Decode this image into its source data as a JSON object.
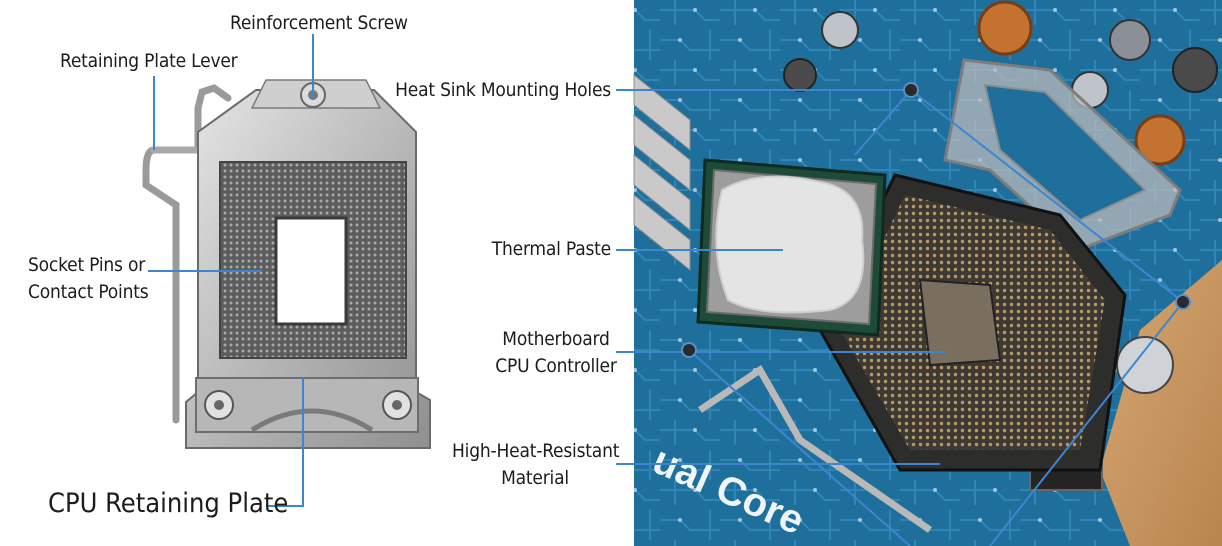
{
  "left_diagram": {
    "labels": {
      "reinforcement_screw": "Reinforcement Screw",
      "retaining_plate_lever": "Retaining Plate Lever",
      "socket_pins_line1": "Socket Pins or",
      "socket_pins_line2": "Contact Points",
      "cpu_retaining_plate": "CPU Retaining Plate"
    }
  },
  "right_photo": {
    "labels": {
      "heat_sink_mounting_holes": "Heat Sink Mounting Holes",
      "thermal_paste": "Thermal Paste",
      "motherboard_cpu_controller_line1": "Motherboard",
      "motherboard_cpu_controller_line2": "CPU Controller",
      "high_heat_resistant_line1": "High-Heat-Resistant",
      "high_heat_resistant_line2": "Material"
    },
    "board_print": "ual Core"
  },
  "colors": {
    "leader_line": "#3d86cf",
    "board_blue": "#1f6f9a",
    "label_text": "#1c1c1c"
  }
}
